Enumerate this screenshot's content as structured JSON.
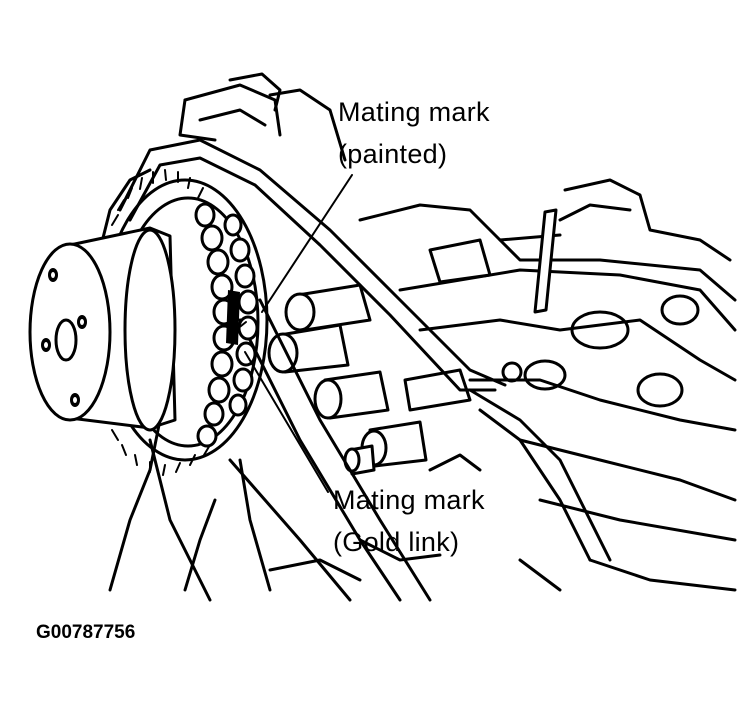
{
  "callouts": {
    "top_line1": "Mating mark",
    "top_line2": "(painted)",
    "bottom_line1": "Mating mark",
    "bottom_line2": "(Gold link)"
  },
  "figure_id": "G00787756",
  "colors": {
    "ink": "#000000",
    "paper": "#ffffff"
  }
}
